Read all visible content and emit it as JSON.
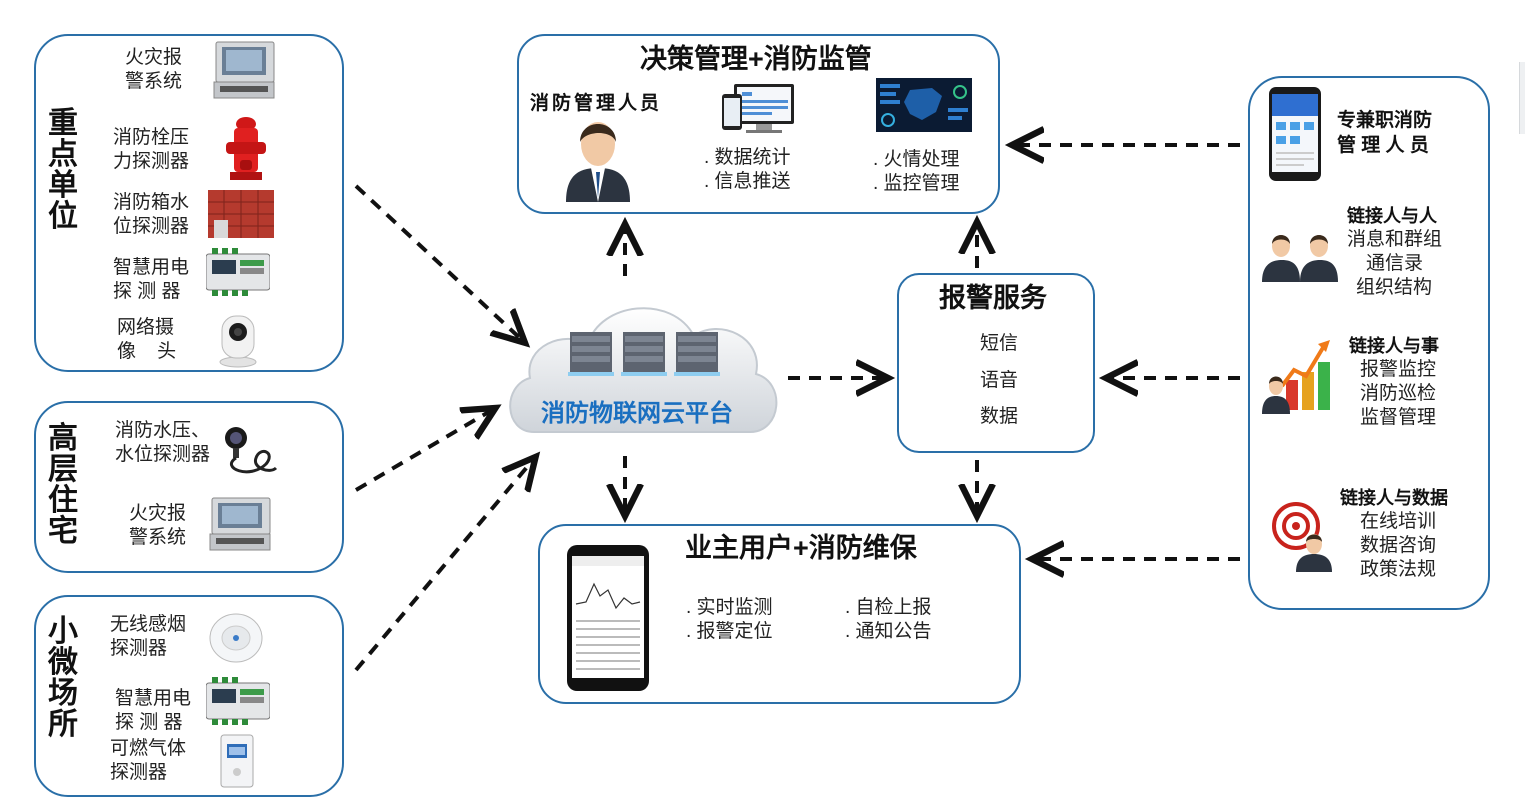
{
  "key_units": {
    "title": "重点单位",
    "items": [
      {
        "label": "火灾报\n警系统",
        "icon": "fire-alarm-console-icon"
      },
      {
        "label": "消防栓压\n力探测器",
        "icon": "fire-hydrant-icon"
      },
      {
        "label": "消防箱水\n位探测器",
        "icon": "water-tank-icon"
      },
      {
        "label": "智慧用电\n探 测 器",
        "icon": "smart-electric-detector-icon"
      },
      {
        "label": "网络摄\n像    头",
        "icon": "network-camera-icon"
      }
    ]
  },
  "high_rise": {
    "title": "高层住宅",
    "items": [
      {
        "label": "消防水压、\n水位探测器",
        "icon": "pressure-sensor-icon"
      },
      {
        "label": "火灾报\n警系统",
        "icon": "fire-alarm-console-icon"
      }
    ]
  },
  "small_venues": {
    "title": "小微场所",
    "items": [
      {
        "label": "无线感烟\n探测器",
        "icon": "smoke-detector-icon"
      },
      {
        "label": "智慧用电\n探 测 器",
        "icon": "smart-electric-detector-icon"
      },
      {
        "label": "可燃气体\n探测器",
        "icon": "gas-detector-icon"
      }
    ]
  },
  "decision": {
    "title": "决策管理+消防监管",
    "person_label": "消防管理人员",
    "col1": ". 数据统计\n. 信息推送",
    "col2": ". 火情处理\n. 监控管理"
  },
  "cloud": {
    "label": "消防物联网云平台"
  },
  "alarm": {
    "title": "报警服务",
    "items": [
      "短信",
      "语音",
      "数据"
    ]
  },
  "owner": {
    "title": "业主用户+消防维保",
    "col1": ". 实时监测\n. 报警定位",
    "col2": ". 自检上报\n. 通知公告"
  },
  "right_panel": {
    "staff_label": "专兼职消防\n管 理 人 员",
    "sections": [
      {
        "title": "链接人与人",
        "lines": [
          "消息和群组",
          "通信录",
          "组织结构"
        ]
      },
      {
        "title": "链接人与事",
        "lines": [
          "报警监控",
          "消防巡检",
          "监督管理"
        ]
      },
      {
        "title": "链接人与数据",
        "lines": [
          "在线培训",
          "数据咨询",
          "政策法规"
        ]
      }
    ]
  },
  "colors": {
    "border": "#2a6fa8",
    "cloud_text": "#1a6fc0",
    "arrow": "#111111"
  }
}
